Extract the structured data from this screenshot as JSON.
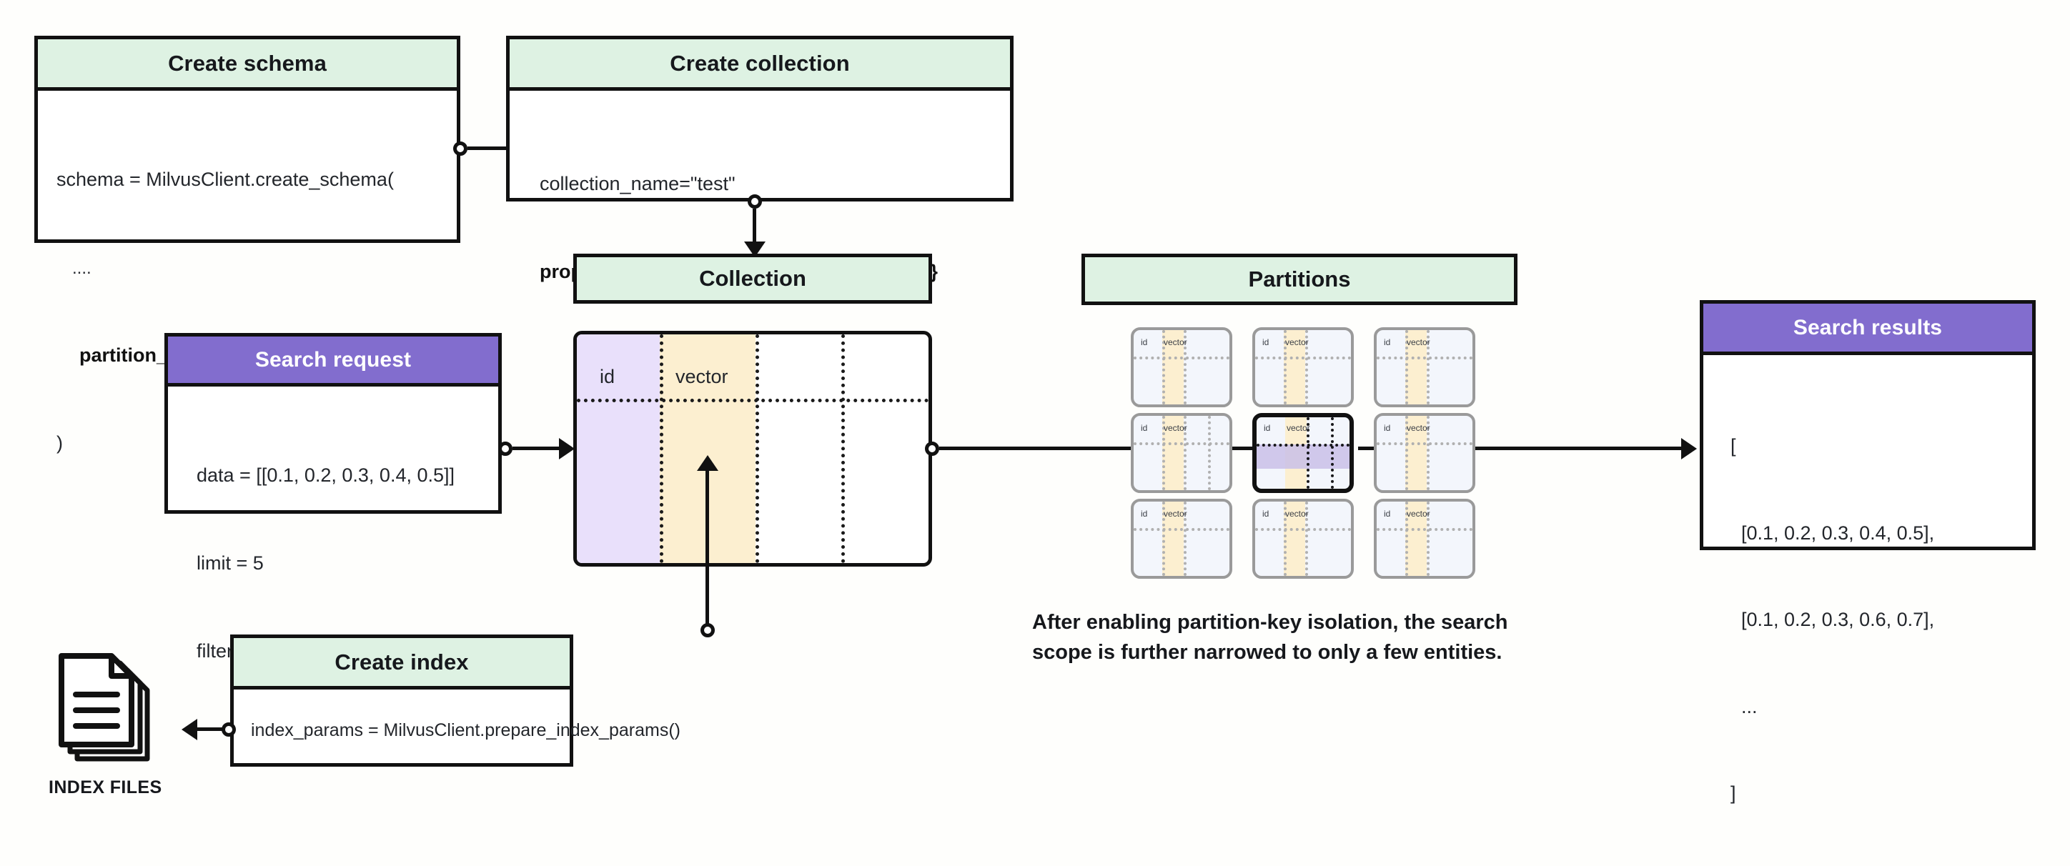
{
  "background_color": "#fefefc",
  "palette": {
    "green_header": "#def2e3",
    "purple_header": "#826dce",
    "id_column": "#e9e0fb",
    "vector_column": "#fcefd0",
    "partition_bg": "#f3f6fc",
    "partition_border": "#9a9a9a",
    "highlight_band": "#c9bfe8",
    "stroke": "#111111"
  },
  "nodes": {
    "create_schema": {
      "title": "Create schema",
      "lines": [
        "schema = MilvusClient.create_schema(",
        "   ....",
        "    partition_key_name=\"id\"",
        ")"
      ],
      "line1": "schema = MilvusClient.create_schema(",
      "line2": "....",
      "line3": "partition_key_name=\"id\"",
      "line4": ")"
    },
    "create_collection": {
      "title": "Create collection",
      "line1": "collection_name=\"test\"",
      "line2": "properties={\"partitionkey.isolation\": \"true\"}"
    },
    "collection": {
      "title": "Collection",
      "columns": [
        "id",
        "vector"
      ]
    },
    "partitions": {
      "title": "Partitions",
      "cell_labels": [
        "id",
        "vector"
      ],
      "grid_rows": 3,
      "grid_cols": 3,
      "selected_index": 4
    },
    "search_request": {
      "title": "Search request",
      "line1": "data = [[0.1, 0.2, 0.3, 0.4, 0.5]]",
      "line2": "limit = 5",
      "line3": "filter = \"partition_key == x\""
    },
    "search_results": {
      "title": "Search results",
      "line1": "[",
      "line2": "  [0.1, 0.2, 0.3, 0.4, 0.5],",
      "line3": "  [0.1, 0.2, 0.3, 0.6, 0.7],",
      "line4": "  ...",
      "line5": "]"
    },
    "create_index": {
      "title": "Create index",
      "line1": "index_params = MilvusClient.prepare_index_params()"
    },
    "index_files": {
      "label": "INDEX FILES"
    }
  },
  "caption": {
    "text": "After enabling partition-key isolation, the search\nscope is further narrowed to only a few entities."
  }
}
